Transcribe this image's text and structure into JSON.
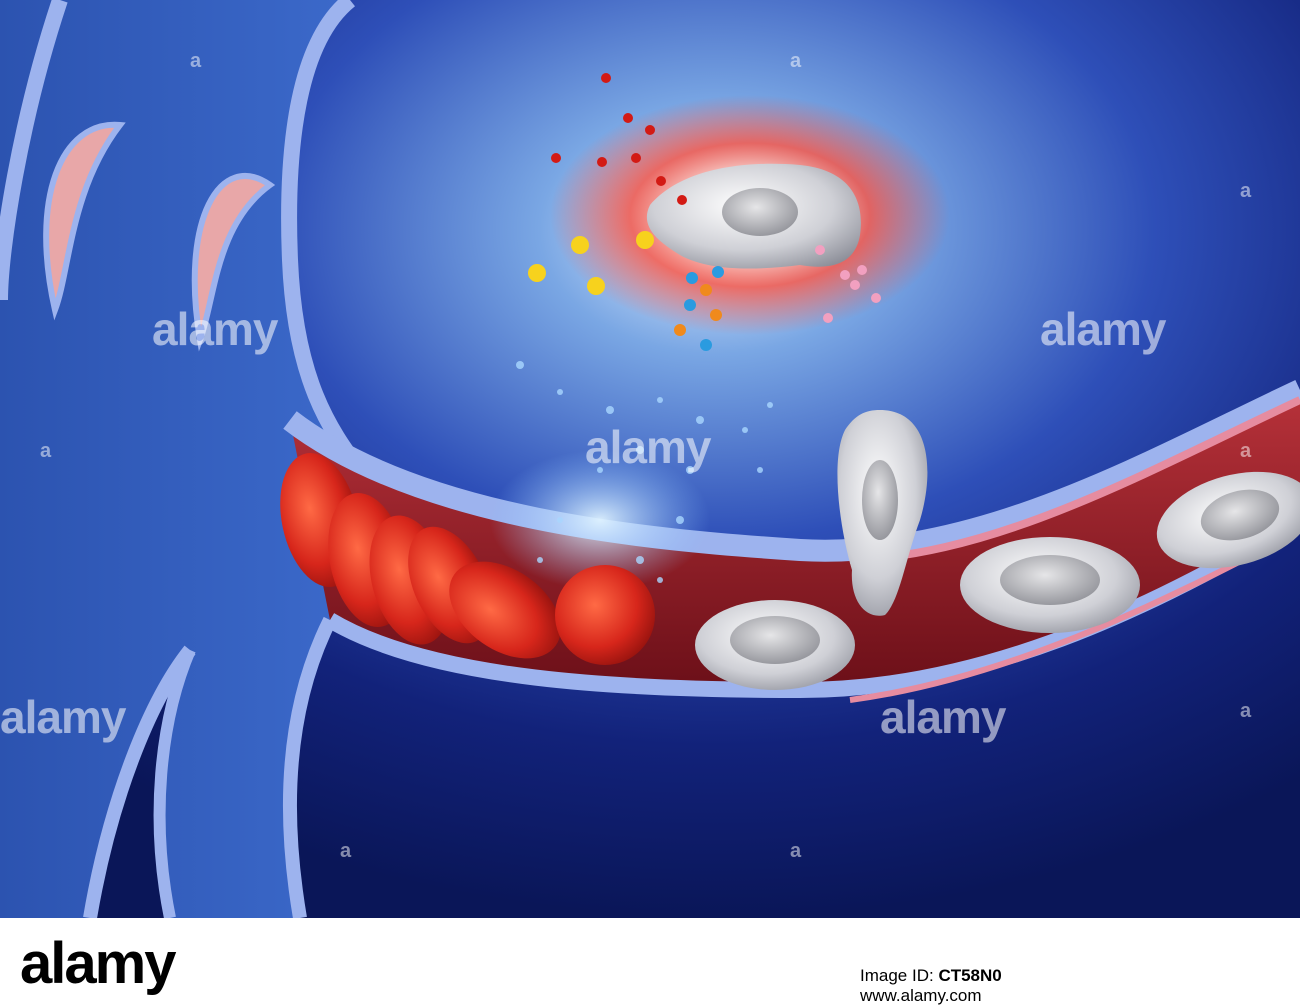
{
  "watermark": {
    "text": "alamy",
    "letter": "a"
  },
  "footer": {
    "logo_text": "alamy",
    "image_id_label": "Image ID:",
    "image_id": "CT58N0",
    "site": "www.alamy.com"
  },
  "colors": {
    "background": "#0c1a6a",
    "vessel_wall": "#8fa6e6",
    "red_blood_cell": "#d3261c",
    "white_cell": "#d7d7dc",
    "inflammation_glow": "#ff3b2a",
    "vessel_lumen": "#8a1b22"
  },
  "objects": [
    "branching-vessel",
    "red-blood-cells",
    "white-blood-cells",
    "activated-macrophage",
    "chemical-mediators",
    "vessel-wall-gap"
  ]
}
